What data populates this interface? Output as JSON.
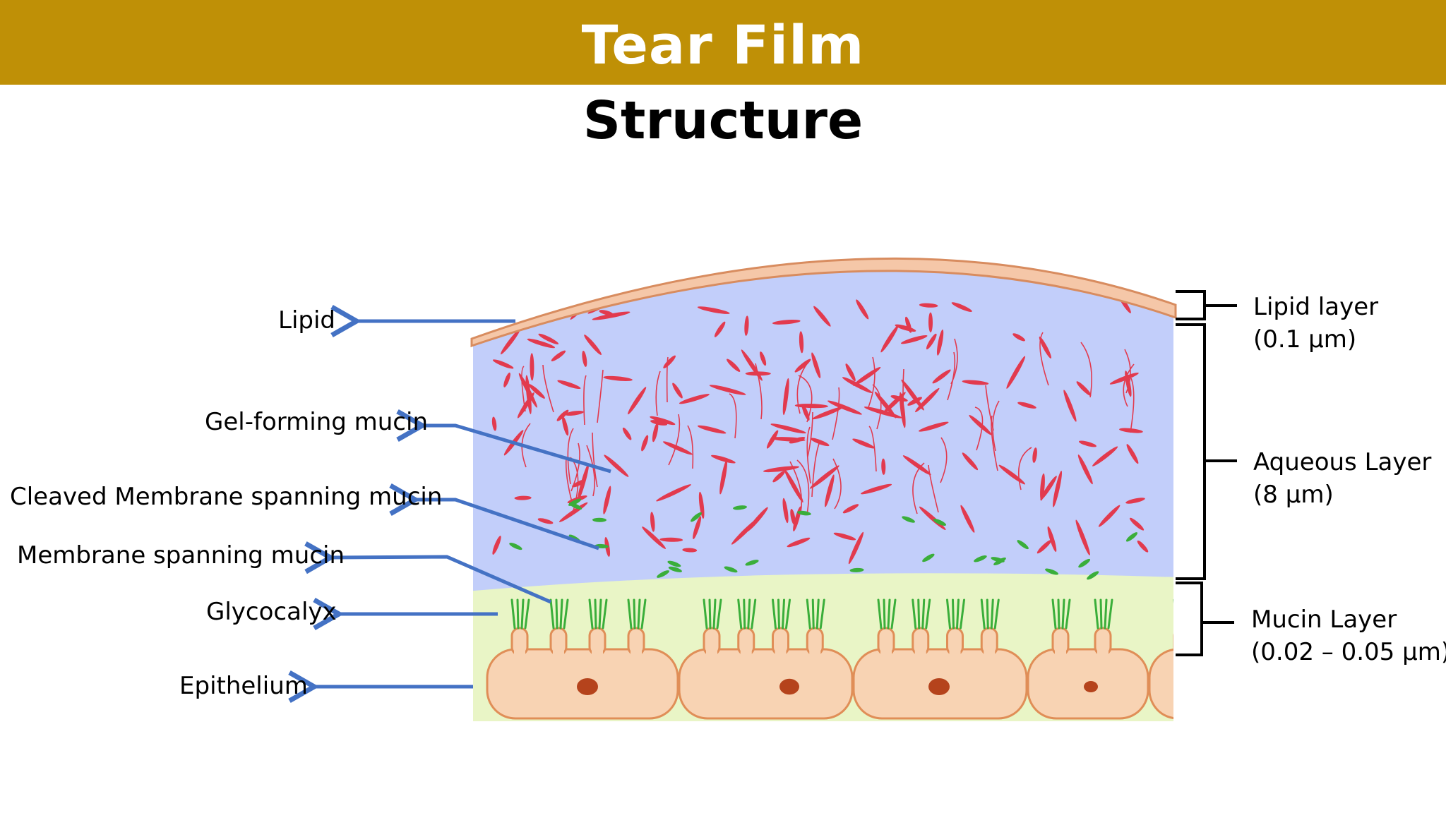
{
  "slide": {
    "title": "Tear Film",
    "subtitle": "Structure"
  },
  "colors": {
    "banner": "#BF9006",
    "lipid_band": "#F5C7A8",
    "lipid_outline": "#D88C5F",
    "aqueous": "#C2CEFA",
    "mucin_zone": "#E9F5C6",
    "epithelium_fill": "#F8D3B3",
    "epithelium_outline": "#E08E57",
    "nucleus": "#B5431C",
    "gel_mucin": "#E23A4E",
    "membrane_mucin": "#3AAE3A",
    "arrow": "#4472C4",
    "bracket": "#000000"
  },
  "left_labels": {
    "lipid": "Lipid",
    "gel_forming_mucin": "Gel-forming mucin",
    "cleaved_membrane_spanning_mucin": "Cleaved Membrane spanning mucin",
    "membrane_spanning_mucin": "Membrane spanning mucin",
    "glycocalyx": "Glycocalyx",
    "epithelium": "Epithelium"
  },
  "right_labels": {
    "lipid_layer": {
      "name": "Lipid layer",
      "thickness": "(0.1 µm)"
    },
    "aqueous_layer": {
      "name": "Aqueous Layer",
      "thickness": "(8 µm)"
    },
    "mucin_layer": {
      "name": "Mucin Layer",
      "thickness": "(0.02 – 0.05 µm)"
    }
  },
  "icons": {
    "arrow": "left-arrow-icon",
    "bracket": "bracket-icon"
  }
}
